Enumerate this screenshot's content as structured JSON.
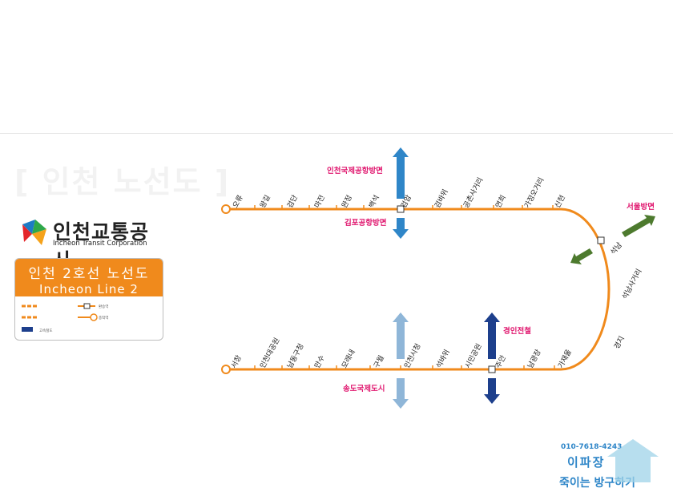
{
  "legend": {
    "title_ko": "인천 2호선 노선도",
    "title_en": "Incheon Line 2",
    "items": [
      "환승역",
      "종착역",
      "고속철도"
    ]
  },
  "logo": {
    "ko": "인천교통공사",
    "en": "Incheon Transit Corporation"
  },
  "stations_top": [
    "오류",
    "왕길",
    "검단",
    "마전",
    "완정",
    "백석",
    "검암",
    "검바위",
    "공촌사거리",
    "연희",
    "가정오거리",
    "신현"
  ],
  "stations_bottom": [
    "서창",
    "인천대공원",
    "남동구청",
    "만수",
    "모래내",
    "구월",
    "인천시청",
    "석바위",
    "시민공원",
    "주안",
    "남광장",
    "가재울"
  ],
  "stations_right": [
    "석남",
    "석남사거리",
    "경지"
  ],
  "directions": {
    "airport": "인천국제공항방면",
    "gimpo": "김포공항방면",
    "seoul": "서울방면",
    "gyeongin": "경인전철",
    "songdo": "송도국제도시"
  },
  "watermark": {
    "phone": "010-7618-4243",
    "name": "이파장",
    "slogan": "죽이는 방구하기"
  },
  "colors": {
    "line": "#f08a1c",
    "accent": "#e0166e",
    "blue": "#2f86c8",
    "navy": "#1d3f8c",
    "green": "#4d7a2e"
  }
}
